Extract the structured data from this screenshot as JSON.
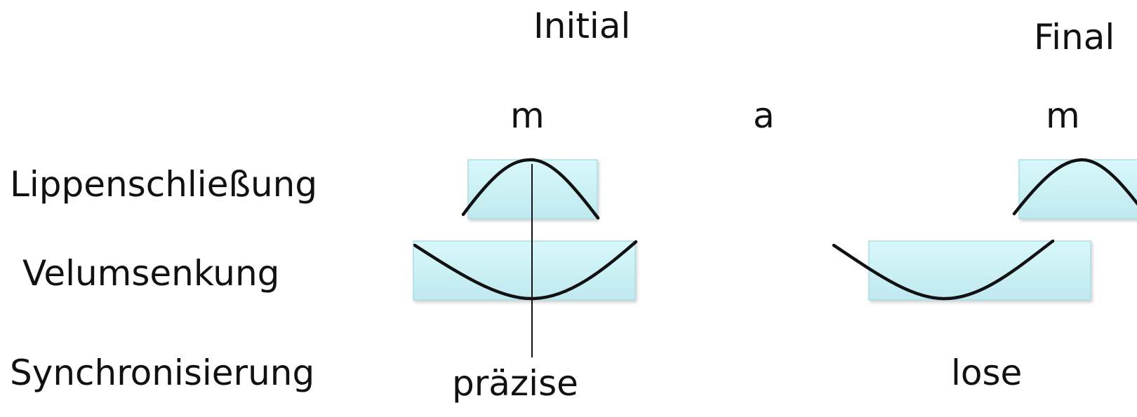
{
  "headers": {
    "initial": "Initial",
    "final": "Final"
  },
  "segments": {
    "first": "m",
    "vowel": "a",
    "last": "m"
  },
  "rows": {
    "lip": "Lippenschließung",
    "velum": "Velumsenkung",
    "sync": "Synchronisierung"
  },
  "sync_values": {
    "initial": "präzise",
    "final": "lose"
  },
  "colors": {
    "box_fill": "#cdf3f7",
    "box_border": "#a9dde3",
    "curve": "#111111",
    "text": "#111111"
  }
}
